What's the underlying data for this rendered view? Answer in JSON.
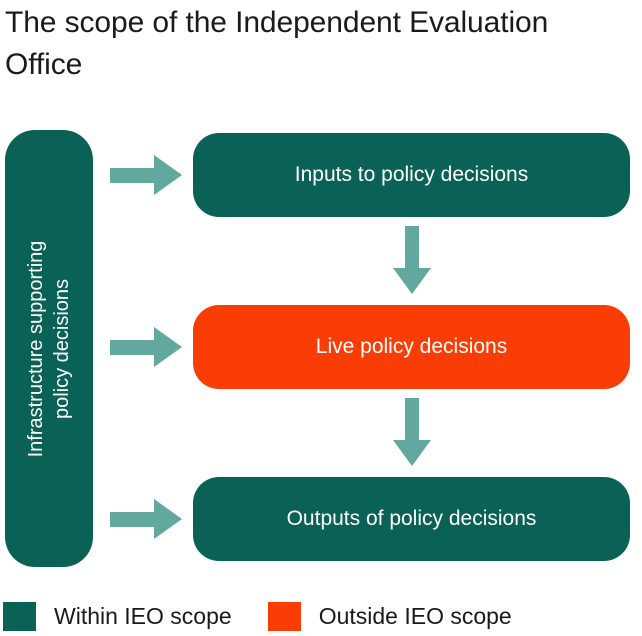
{
  "title": {
    "line1": "The scope of the Independent Evaluation",
    "line2": "Office",
    "full": "The scope of the Independent Evaluation Office"
  },
  "colors": {
    "within_scope_teal": "#0a6257",
    "outside_scope_orange": "#f93d05",
    "arrow_sage": "#63a89e",
    "text_dark": "#1a1a1a",
    "box_text": "#ffffff",
    "background": "#ffffff"
  },
  "infrastructure": {
    "line1": "Infrastructure supporting",
    "line2": "policy decisions",
    "full_label": "Infrastructure supporting policy decisions",
    "scope": "Within IEO scope",
    "orientation": "vertical-rotated-90-ccw"
  },
  "stages": [
    {
      "id": "inputs",
      "label": "Inputs to policy decisions",
      "scope": "Within IEO scope",
      "color": "#0a6257"
    },
    {
      "id": "live",
      "label": "Live policy decisions",
      "scope": "Outside IEO scope",
      "color": "#f93d05"
    },
    {
      "id": "outputs",
      "label": "Outputs of policy decisions",
      "scope": "Within IEO scope",
      "color": "#0a6257"
    }
  ],
  "flow": {
    "horizontal_arrows": 3,
    "vertical_arrows": 2,
    "description": "Infrastructure feeds each of the three stages; inputs flow down to live policy decisions, which flow down to outputs."
  },
  "legend": {
    "items": [
      {
        "id": "within",
        "label": "Within IEO scope",
        "color": "#0a6257"
      },
      {
        "id": "outside",
        "label": "Outside IEO scope",
        "color": "#f93d05"
      }
    ]
  }
}
